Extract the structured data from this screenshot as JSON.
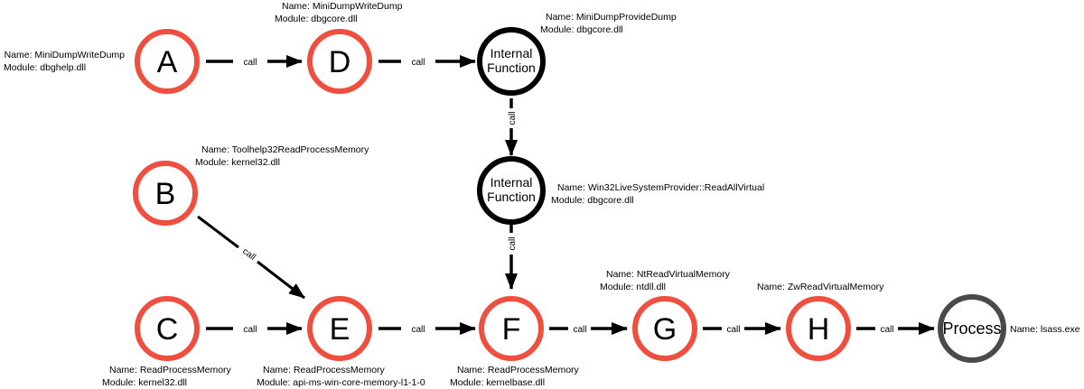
{
  "colors": {
    "api_node": "#f04e3e",
    "internal_node": "#000000",
    "process_node": "#4a4a4a",
    "edge": "#000000"
  },
  "nodes": {
    "A": {
      "label": "A",
      "name": "Name: MiniDumpWriteDump",
      "module": "Module: dbghelp.dll"
    },
    "D": {
      "label": "D",
      "name": "Name: MiniDumpWriteDump",
      "module": "Module: dbgcore.dll"
    },
    "I1": {
      "label_line1": "Internal",
      "label_line2": "Function",
      "name": "Name: MiniDumpProvideDump",
      "module": "Module: dbgcore.dll"
    },
    "B": {
      "label": "B",
      "name": "Name: Toolhelp32ReadProcessMemory",
      "module": "Module: kernel32.dll"
    },
    "I2": {
      "label_line1": "Internal",
      "label_line2": "Function",
      "name": "Name: Win32LiveSystemProvider::ReadAllVirtual",
      "module": "Module: dbgcore.dll"
    },
    "C": {
      "label": "C",
      "name": "Name: ReadProcessMemory",
      "module": "Module: kernel32.dll"
    },
    "E": {
      "label": "E",
      "name": "Name: ReadProcessMemory",
      "module": "Module: api-ms-win-core-memory-l1-1-0"
    },
    "F": {
      "label": "F",
      "name": "Name: ReadProcessMemory",
      "module": "Module: kernelbase.dll"
    },
    "G": {
      "label": "G",
      "name": "Name: NtReadVirtualMemory",
      "module": "Module: ntdll.dll"
    },
    "H": {
      "label": "H",
      "name": "Name: ZwReadVirtualMemory"
    },
    "P": {
      "label": "Process",
      "name": "Name: lsass.exe"
    }
  },
  "edges": [
    {
      "from": "A",
      "to": "D",
      "label": "call"
    },
    {
      "from": "D",
      "to": "I1",
      "label": "call"
    },
    {
      "from": "I1",
      "to": "I2",
      "label": "call"
    },
    {
      "from": "I2",
      "to": "F",
      "label": "call"
    },
    {
      "from": "B",
      "to": "E",
      "label": "call"
    },
    {
      "from": "C",
      "to": "E",
      "label": "call"
    },
    {
      "from": "E",
      "to": "F",
      "label": "call"
    },
    {
      "from": "F",
      "to": "G",
      "label": "call"
    },
    {
      "from": "G",
      "to": "H",
      "label": "call"
    },
    {
      "from": "H",
      "to": "P",
      "label": "call"
    }
  ]
}
